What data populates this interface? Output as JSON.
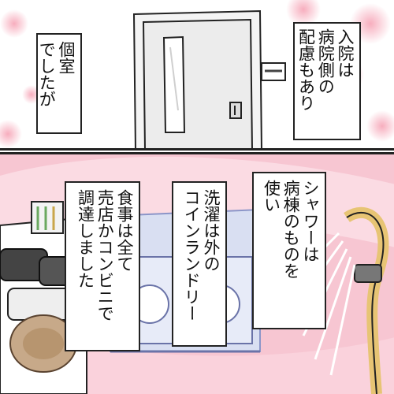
{
  "panels": {
    "top": {
      "caption_private_room": "個室\nでしたが",
      "caption_hospital": "入院は\n病院側の\n配慮もあり"
    },
    "bottom": {
      "caption_shower": "シャワーは\n病棟のものを\n使い",
      "caption_laundry": "洗濯は外の\nコインランドリー",
      "caption_meals": "食事は全て\n売店かコンビニで\n調達しました"
    }
  },
  "colors": {
    "panel_bg": "#f7c6d2",
    "accent_dots": "#f4a6b8",
    "door": "#eeeeee",
    "ink": "#222222"
  }
}
